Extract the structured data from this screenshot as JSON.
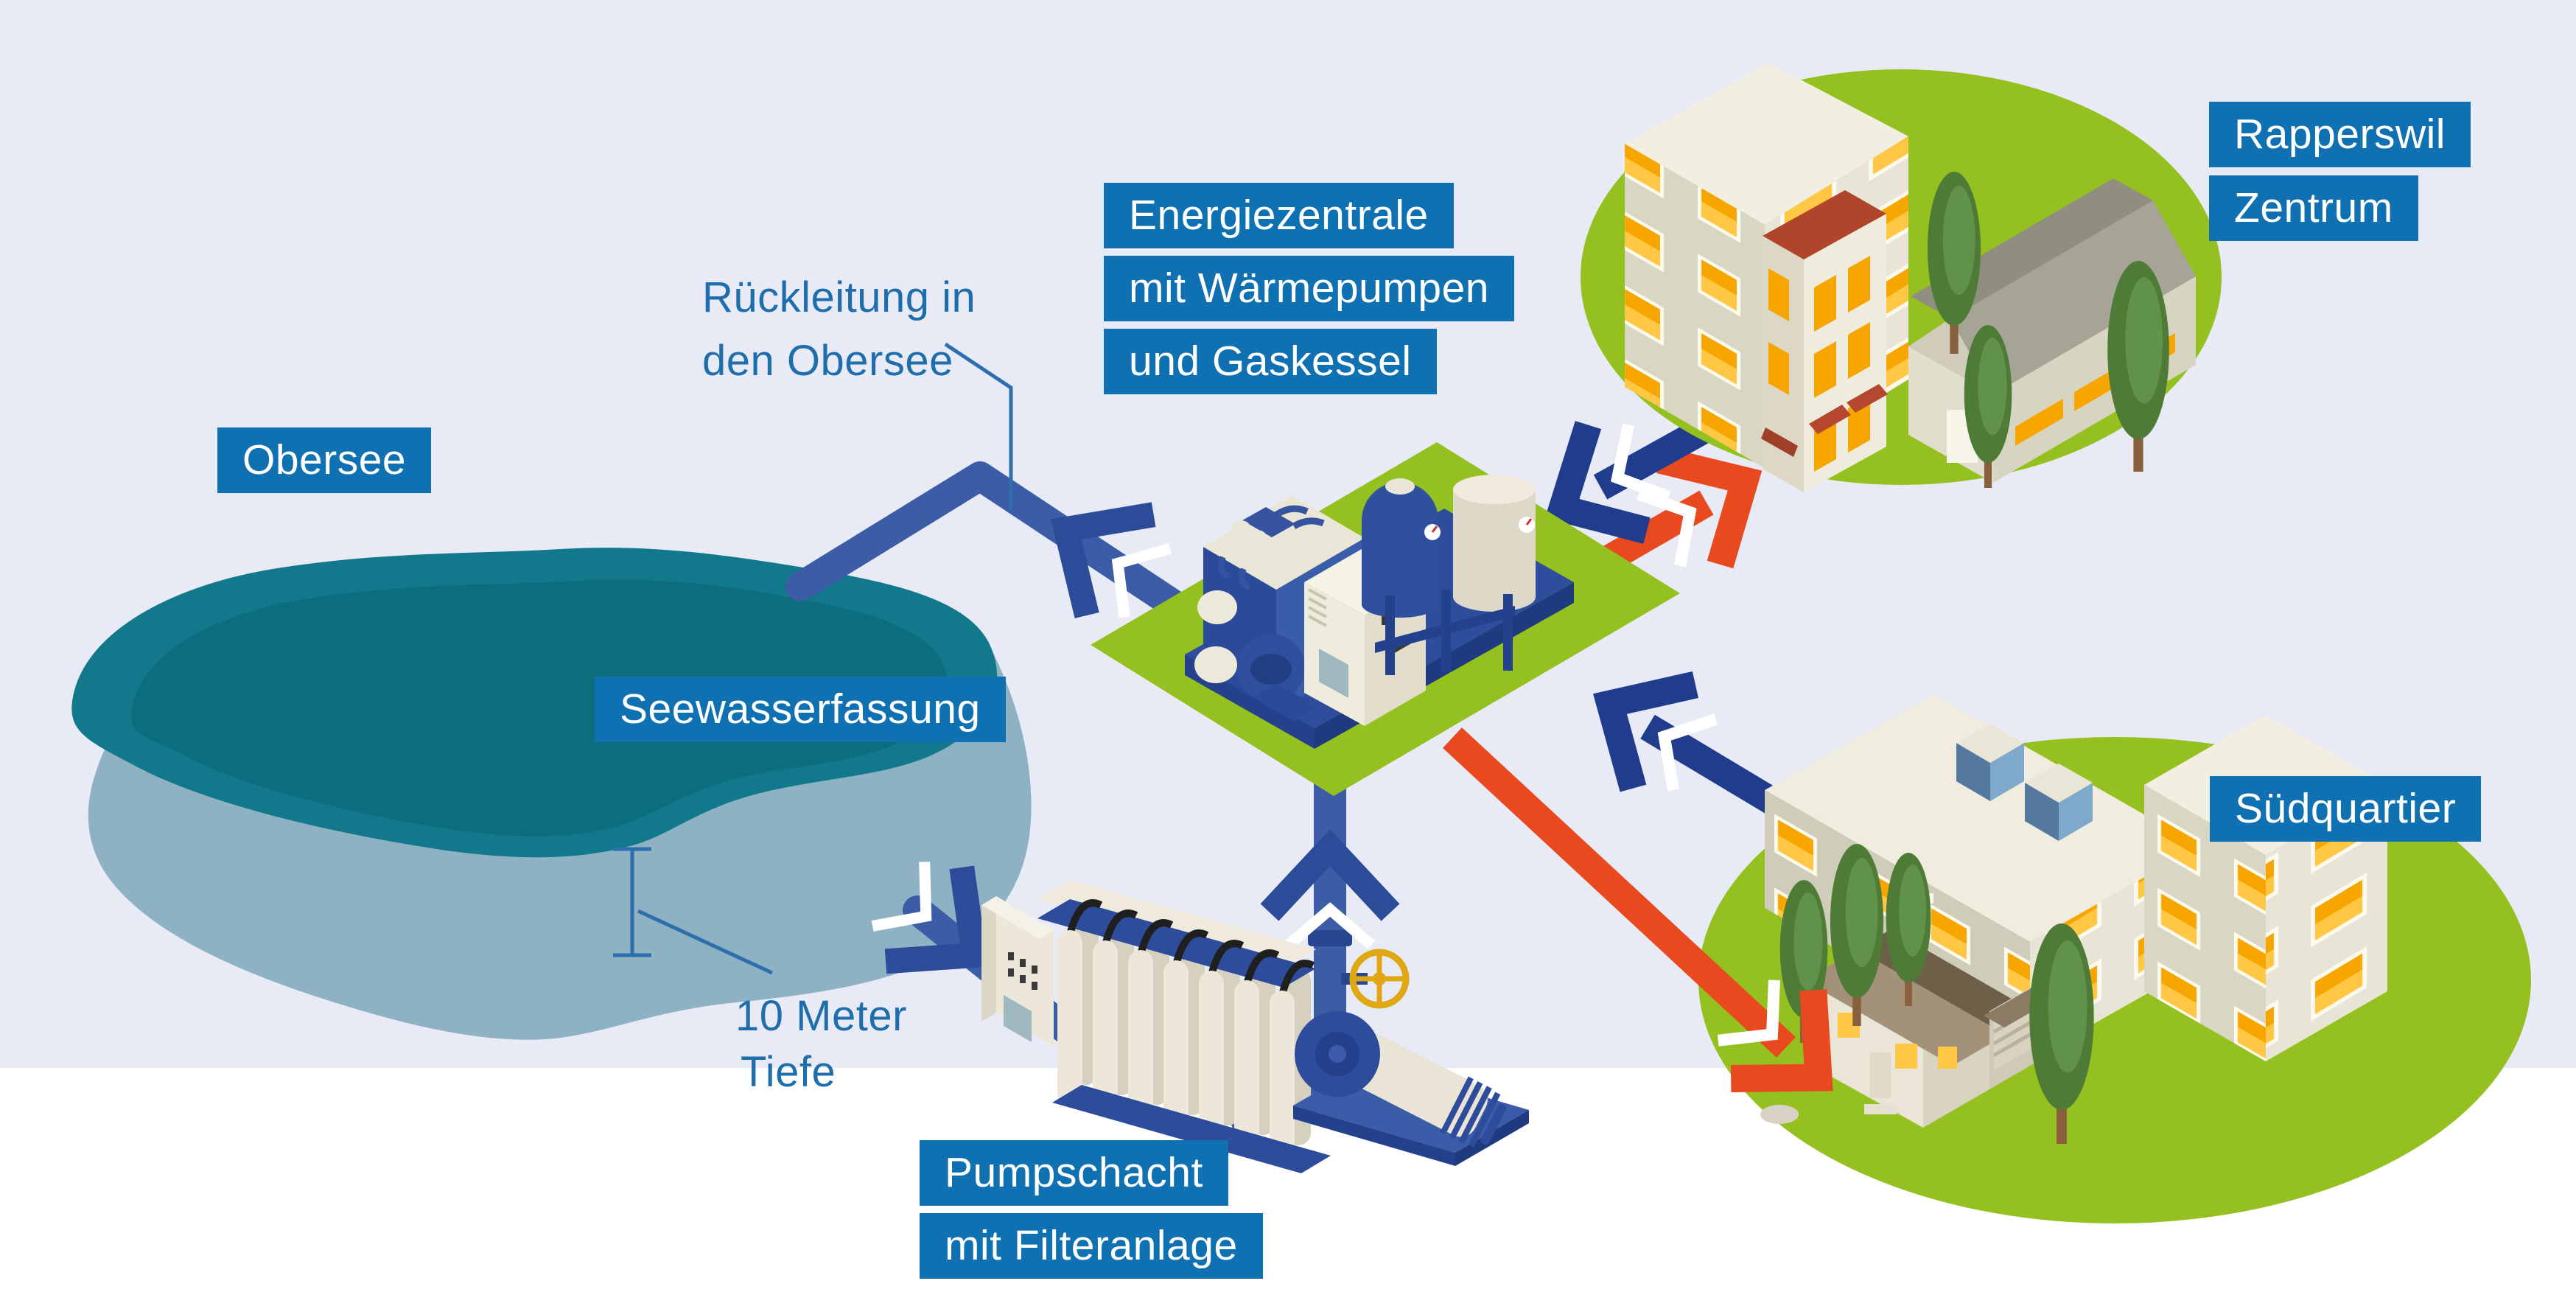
{
  "labels": {
    "obersee": "Obersee",
    "rueckleitung_line1": "Rückleitung in",
    "rueckleitung_line2": "den Obersee",
    "energiezentrale_line1": "Energiezentrale",
    "energiezentrale_line2": "mit Wärmepumpen",
    "energiezentrale_line3": "und Gaskessel",
    "rapperswil_line1": "Rapperswil",
    "rapperswil_line2": "Zentrum",
    "seewasserfassung": "Seewasserfassung",
    "tiefe_line1": "10 Meter",
    "tiefe_line2": "Tiefe",
    "pumpschacht_line1": "Pumpschacht",
    "pumpschacht_line2": "mit Filteranlage",
    "suedquartier": "Südquartier"
  },
  "colors": {
    "background": "#e8ebf6",
    "background_lower": "#ffffff",
    "label_bg": "#0f70b2",
    "label_text": "#ffffff",
    "annotation_text": "#1e6dad",
    "pointer_line": "#2d6fad",
    "pipe_blue": "#3c5ca6",
    "pipe_arrow": "#2c4c99",
    "arrow_navy": "#203c8d",
    "arrow_red": "#e8491e",
    "ground_green": "#94c11f",
    "lake_surface": "#11798b",
    "lake_surface_dark": "#0c6d7f",
    "lake_underwater": "#8eb2c4",
    "machine_blue": "#2e4e9d",
    "valve_yellow": "#dfa713",
    "window_orange": "#f7a600"
  },
  "icons": {
    "flow_arrow": "chevron-arrow",
    "supply_arrow": "chevron-arrow-red",
    "return_arrow": "chevron-arrow-navy",
    "valve": "yellow-handwheel"
  }
}
